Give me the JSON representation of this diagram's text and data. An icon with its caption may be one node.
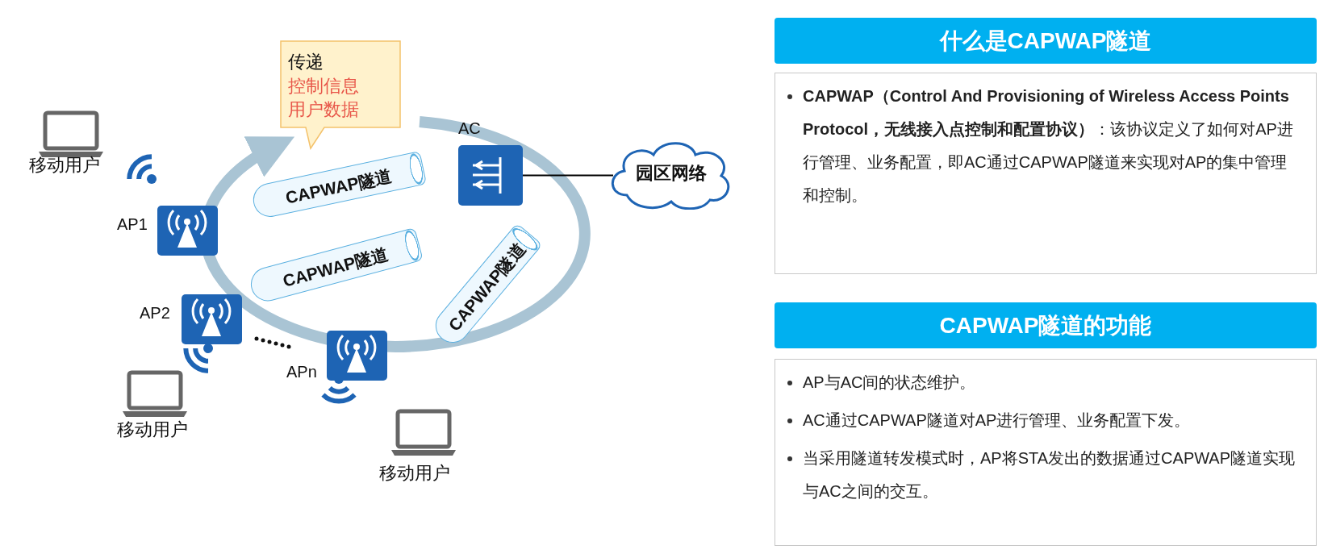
{
  "diagram": {
    "nodes": [
      {
        "text": [
          "传递",
          "控制信息用户数据"
        ]
      },
      {
        "text": [],
        "shape": "box",
        "beside": [
          "AC"
        ]
      },
      {
        "text": [
          "园区网络"
        ]
      },
      {
        "text": [],
        "shape": "box",
        "beside": [
          "AP1"
        ]
      },
      {
        "text": [
          "CAPWAP隧道"
        ]
      },
      {
        "text": [
          "CAPWAP隧道"
        ]
      },
      {
        "text": [],
        "shape": "box",
        "beside": [
          "AP2"
        ]
      },
      {
        "text": [
          "CAPWAP隧道"
        ]
      },
      {
        "text": [],
        "shape": "box",
        "beside": [
          "APn"
        ]
      },
      {
        "text": [
          "什么是CAPWAP隧道"
        ]
      },
      {
        "text": [
          "**CAPWAP（Control And Provisioning of Wireless Access Points Protocol，无线接入点控制和配置协议）**：该协议定义了如何对AP进行管理、业务配置，即AC通过CAPWAP隧道来实现对AP的集中管理和控制。"
        ]
      },
      {
        "text": [
          "CAPWAP隧道的功能"
        ]
      },
      {
        "text": [
          "AP与AC间的状态维护。",
          "AC通过CAPWAP隧道对AP进行管理、业务配置下发。",
          "当采用隧道转发模式时，AP将STA发出的数据通过CAPWAP隧道实现与AC之间的交互。"
        ]
      }
    ],
    "edges": [
      {
        "from": 1,
        "to": 2,
        "arrow": "none"
      }
    ],
    "labels": [
      "移动用户",
      "移动用户",
      "移动用户"
    ]
  }
}
